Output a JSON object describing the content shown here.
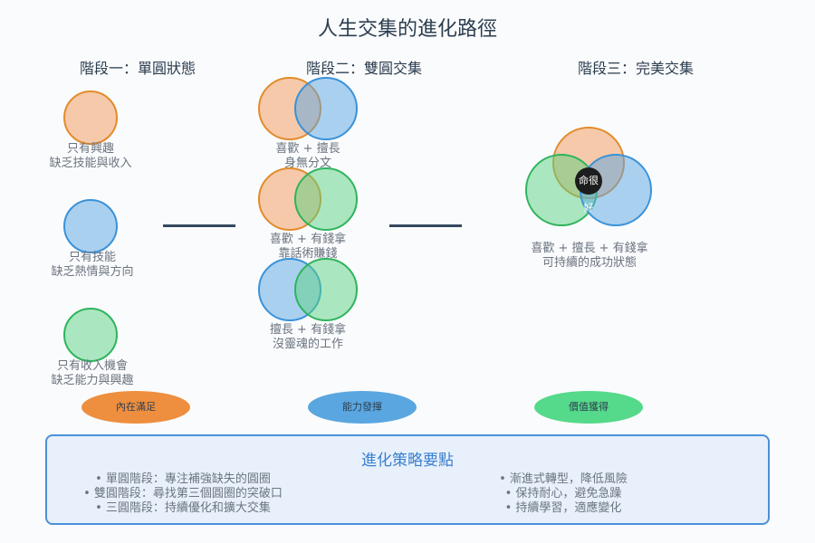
{
  "title": "人生交集的進化路徑",
  "stages": [
    {
      "title": "階段一：單圓狀態"
    },
    {
      "title": "階段二：雙圓交集"
    },
    {
      "title": "階段三：完美交集"
    }
  ],
  "stage1": [
    {
      "line1": "只有興趣",
      "line2": "缺乏技能與收入"
    },
    {
      "line1": "只有技能",
      "line2": "缺乏熱情與方向"
    },
    {
      "line1": "只有收入機會",
      "line2": "缺乏能力與興趣"
    }
  ],
  "stage2": [
    {
      "line1": "喜歡 + 擅長",
      "line2": "身無分文"
    },
    {
      "line1": "喜歡 + 有錢拿",
      "line2": "靠話術賺錢"
    },
    {
      "line1": "擅長 + 有錢拿",
      "line2": "沒靈魂的工作"
    }
  ],
  "stage3": {
    "center_label": "命很好",
    "line1": "喜歡 + 擅長 + 有錢拿",
    "line2": "可持續的成功狀態"
  },
  "pills": [
    {
      "label": "內在滿足",
      "color": "#ee8e3f"
    },
    {
      "label": "能力發揮",
      "color": "#5aa6e0"
    },
    {
      "label": "價值獲得",
      "color": "#55d98a"
    }
  ],
  "strategy": {
    "title": "進化策略要點",
    "left": [
      "• 單圓階段：專注補強缺失的圓圈",
      "• 雙圓階段：尋找第三個圓圈的突破口",
      "• 三圓階段：持續優化和擴大交集"
    ],
    "right": [
      "• 漸進式轉型，降低風險",
      "• 保持耐心，避免急躁",
      "• 持續學習，適應變化"
    ]
  }
}
